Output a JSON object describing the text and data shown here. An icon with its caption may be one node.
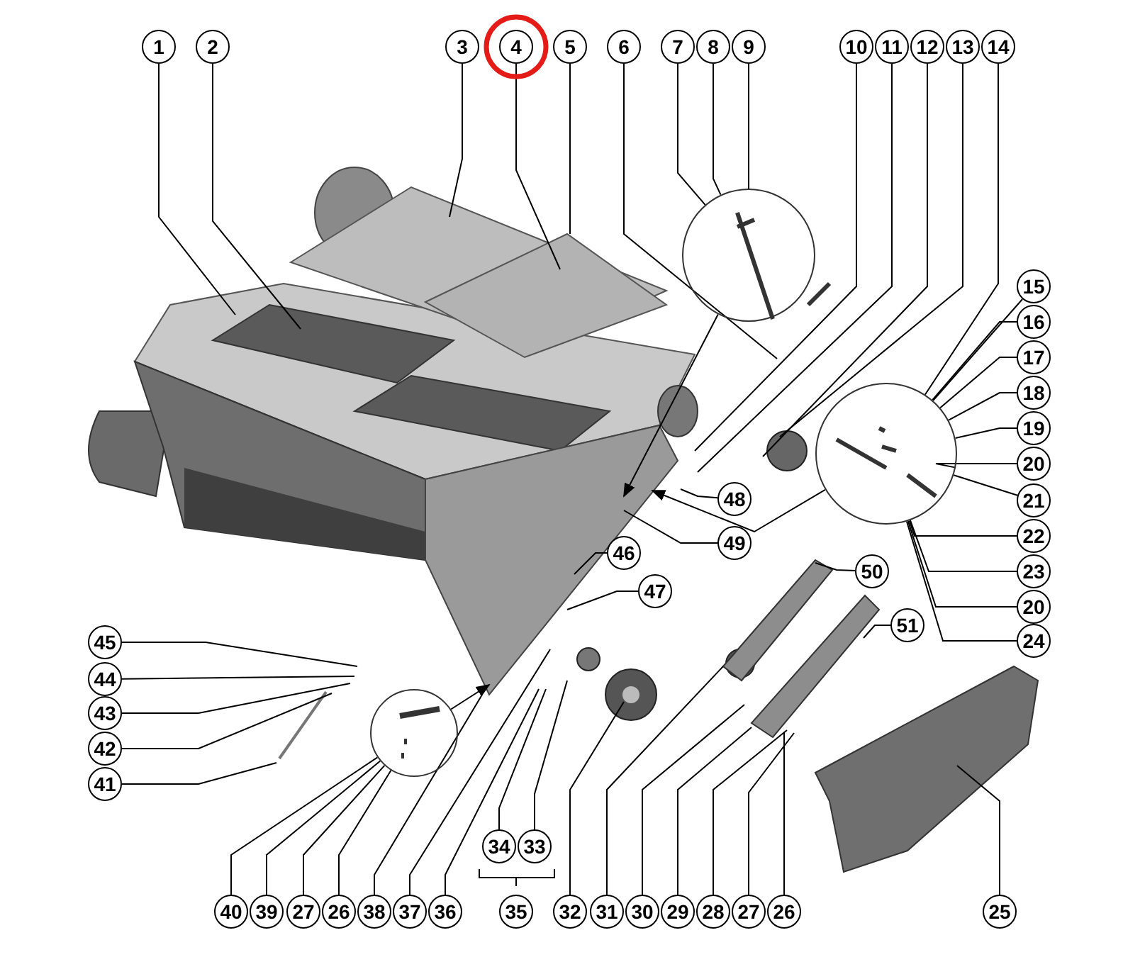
{
  "diagram": {
    "nodes": [
      {
        "text": [
          "1"
        ]
      },
      {
        "text": [
          "2"
        ]
      },
      {
        "text": [
          "3"
        ]
      },
      {
        "text": [
          "4"
        ]
      },
      {
        "text": [
          "5"
        ]
      },
      {
        "text": [
          "6"
        ]
      },
      {
        "text": [
          "7"
        ]
      },
      {
        "text": [
          "8"
        ]
      },
      {
        "text": [
          "9"
        ]
      },
      {
        "text": [
          "10"
        ]
      },
      {
        "text": [
          "11"
        ]
      },
      {
        "text": [
          "12"
        ]
      },
      {
        "text": [
          "13"
        ]
      },
      {
        "text": [
          "14"
        ]
      },
      {
        "text": [
          "15"
        ]
      },
      {
        "text": [
          "16"
        ]
      },
      {
        "text": [
          "17"
        ]
      },
      {
        "text": [
          "18"
        ]
      },
      {
        "text": [
          "19"
        ]
      },
      {
        "text": [
          "20"
        ]
      },
      {
        "text": [
          "21"
        ]
      },
      {
        "text": [
          "22"
        ]
      },
      {
        "text": [
          "23"
        ]
      },
      {
        "text": [
          "20"
        ]
      },
      {
        "text": [
          "24"
        ]
      },
      {
        "text": [
          "48"
        ]
      },
      {
        "text": [
          "49"
        ]
      },
      {
        "text": [
          "46"
        ]
      },
      {
        "text": [
          "47"
        ]
      },
      {
        "text": [
          "50"
        ]
      },
      {
        "text": [
          "51"
        ]
      },
      {
        "text": [
          "45"
        ]
      },
      {
        "text": [
          "44"
        ]
      },
      {
        "text": [
          "43"
        ]
      },
      {
        "text": [
          "42"
        ]
      },
      {
        "text": [
          "41"
        ]
      },
      {
        "text": [
          "34"
        ]
      },
      {
        "text": [
          "33"
        ]
      },
      {
        "text": [
          "40"
        ]
      },
      {
        "text": [
          "39"
        ]
      },
      {
        "text": [
          "27"
        ]
      },
      {
        "text": [
          "26"
        ]
      },
      {
        "text": [
          "38"
        ]
      },
      {
        "text": [
          "37"
        ]
      },
      {
        "text": [
          "36"
        ]
      },
      {
        "text": [
          "35"
        ]
      },
      {
        "text": [
          "32"
        ]
      },
      {
        "text": [
          "31"
        ]
      },
      {
        "text": [
          "30"
        ]
      },
      {
        "text": [
          "29"
        ]
      },
      {
        "text": [
          "28"
        ]
      },
      {
        "text": [
          "27"
        ]
      },
      {
        "text": [
          "26"
        ]
      },
      {
        "text": [
          "25"
        ]
      },
      {
        "text": [],
        "shape": "circle"
      },
      {
        "text": [],
        "shape": "circle"
      },
      {
        "text": [],
        "shape": "circle"
      }
    ],
    "edges": [
      {
        "from": 0,
        "to": null,
        "arrow": "none"
      },
      {
        "from": 1,
        "to": null,
        "arrow": "none"
      },
      {
        "from": 2,
        "to": null,
        "arrow": "none"
      },
      {
        "from": 3,
        "to": null,
        "arrow": "none"
      },
      {
        "from": 4,
        "to": null,
        "arrow": "none"
      },
      {
        "from": 5,
        "to": null,
        "arrow": "none"
      },
      {
        "from": 6,
        "to": 54,
        "arrow": "none"
      },
      {
        "from": 7,
        "to": 54,
        "arrow": "none"
      },
      {
        "from": 8,
        "to": 54,
        "arrow": "none"
      },
      {
        "from": 9,
        "to": null,
        "arrow": "none"
      },
      {
        "from": 10,
        "to": null,
        "arrow": "none"
      },
      {
        "from": 11,
        "to": null,
        "arrow": "none"
      },
      {
        "from": 12,
        "to": null,
        "arrow": "none"
      },
      {
        "from": 13,
        "to": 55,
        "arrow": "none"
      },
      {
        "from": 14,
        "to": 55,
        "arrow": "none"
      },
      {
        "from": 15,
        "to": 55,
        "arrow": "none"
      },
      {
        "from": 16,
        "to": 55,
        "arrow": "none"
      },
      {
        "from": 17,
        "to": 55,
        "arrow": "none"
      },
      {
        "from": 18,
        "to": 55,
        "arrow": "none"
      },
      {
        "from": 19,
        "to": 55,
        "arrow": "none"
      },
      {
        "from": 20,
        "to": 55,
        "arrow": "none"
      },
      {
        "from": 21,
        "to": 55,
        "arrow": "none"
      },
      {
        "from": 22,
        "to": 55,
        "arrow": "none"
      },
      {
        "from": 23,
        "to": 55,
        "arrow": "none"
      },
      {
        "from": 24,
        "to": 55,
        "arrow": "none"
      },
      {
        "from": 25,
        "to": null,
        "arrow": "none"
      },
      {
        "from": 26,
        "to": null,
        "arrow": "none"
      },
      {
        "from": 27,
        "to": null,
        "arrow": "none"
      },
      {
        "from": 28,
        "to": null,
        "arrow": "none"
      },
      {
        "from": 29,
        "to": null,
        "arrow": "none"
      },
      {
        "from": 30,
        "to": null,
        "arrow": "none"
      },
      {
        "from": 31,
        "to": null,
        "arrow": "none"
      },
      {
        "from": 32,
        "to": null,
        "arrow": "none"
      },
      {
        "from": 33,
        "to": null,
        "arrow": "none"
      },
      {
        "from": 34,
        "to": null,
        "arrow": "none"
      },
      {
        "from": 35,
        "to": null,
        "arrow": "none"
      },
      {
        "from": 36,
        "to": null,
        "arrow": "none"
      },
      {
        "from": 37,
        "to": null,
        "arrow": "none"
      },
      {
        "from": 38,
        "to": 56,
        "arrow": "none"
      },
      {
        "from": 39,
        "to": 56,
        "arrow": "none"
      },
      {
        "from": 40,
        "to": 56,
        "arrow": "none"
      },
      {
        "from": 41,
        "to": 56,
        "arrow": "none"
      },
      {
        "from": 42,
        "to": null,
        "arrow": "none"
      },
      {
        "from": 43,
        "to": null,
        "arrow": "none"
      },
      {
        "from": 44,
        "to": null,
        "arrow": "none"
      },
      {
        "from": 46,
        "to": null,
        "arrow": "none"
      },
      {
        "from": 47,
        "to": null,
        "arrow": "none"
      },
      {
        "from": 48,
        "to": null,
        "arrow": "none"
      },
      {
        "from": 49,
        "to": null,
        "arrow": "none"
      },
      {
        "from": 50,
        "to": null,
        "arrow": "none"
      },
      {
        "from": 51,
        "to": null,
        "arrow": "none"
      },
      {
        "from": 52,
        "to": null,
        "arrow": "none"
      },
      {
        "from": 53,
        "to": null,
        "arrow": "none"
      },
      {
        "from": 54,
        "to": null,
        "arrow": "to"
      },
      {
        "from": 55,
        "to": null,
        "arrow": "to"
      },
      {
        "from": 56,
        "to": null,
        "arrow": "to"
      }
    ]
  }
}
